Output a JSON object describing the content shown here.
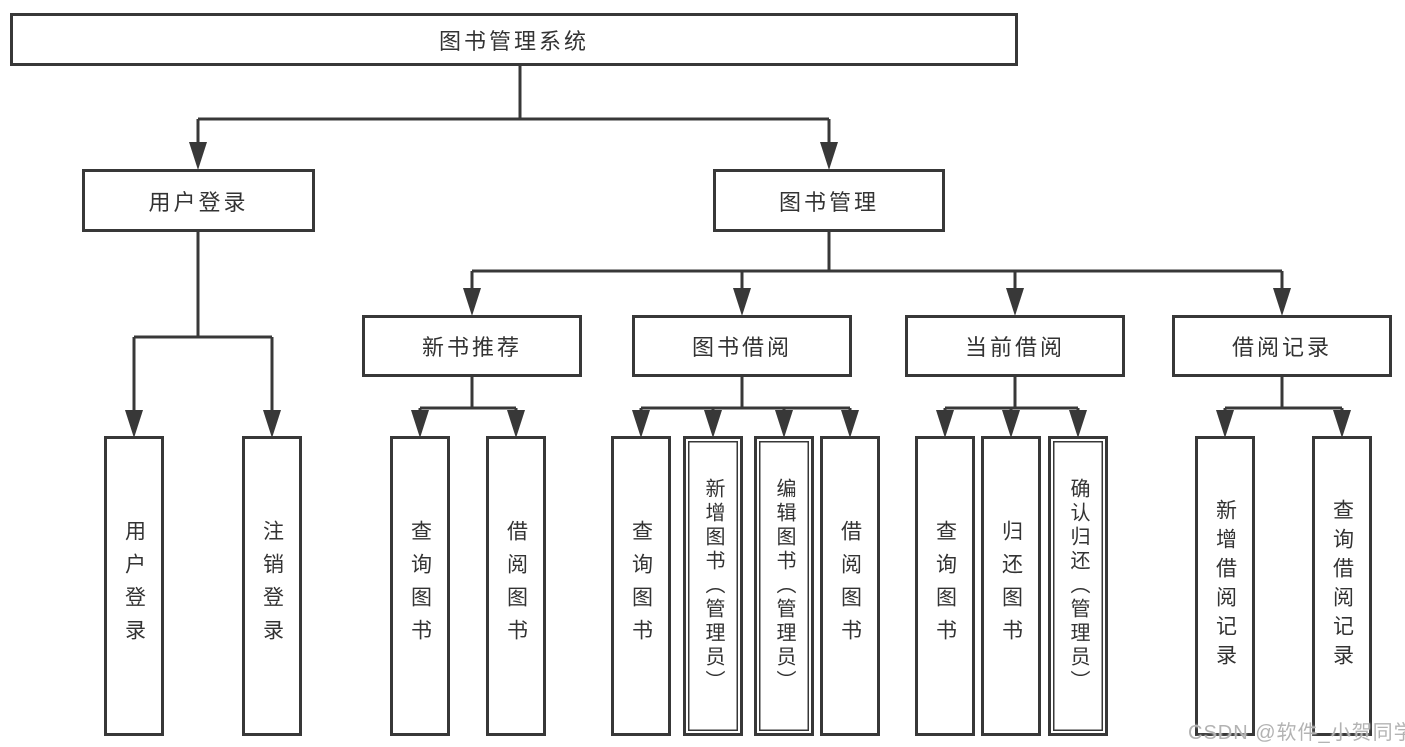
{
  "title": "图书管理系统",
  "level2": {
    "user_login": "用户登录",
    "book_mgmt": "图书管理"
  },
  "level3": {
    "new_books": "新书推荐",
    "borrowing": "图书借阅",
    "current": "当前借阅",
    "records": "借阅记录"
  },
  "leaves": {
    "user_login": "用户登录",
    "logout": "注销登录",
    "nb_query": "查询图书",
    "nb_borrow": "借阅图书",
    "bw_query": "查询图书",
    "bw_add": "新增图书（管理员）",
    "bw_edit": "编辑图书（管理员）",
    "bw_borrow": "借阅图书",
    "cur_query": "查询图书",
    "cur_return": "归还图书",
    "cur_confirm": "确认归还（管理员）",
    "rec_add": "新增借阅记录",
    "rec_query": "查询借阅记录"
  },
  "watermark": "CSDN @软件_小贺同学",
  "colors": {
    "line": "#383838",
    "text": "#333333",
    "watermark": "#b3b3b3"
  }
}
